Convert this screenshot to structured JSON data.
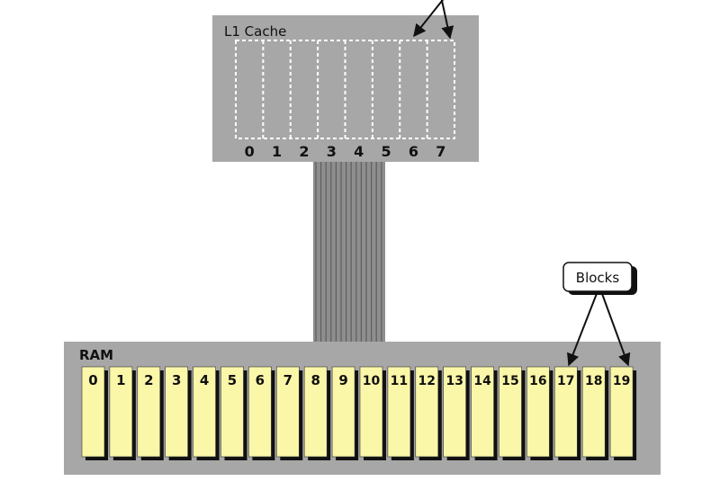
{
  "cache": {
    "title": "L1 Cache",
    "slots": [
      "0",
      "1",
      "2",
      "3",
      "4",
      "5",
      "6",
      "7"
    ]
  },
  "ram": {
    "title": "RAM",
    "blocks": [
      "0",
      "1",
      "2",
      "3",
      "4",
      "5",
      "6",
      "7",
      "8",
      "9",
      "10",
      "11",
      "12",
      "13",
      "14",
      "15",
      "16",
      "17",
      "18",
      "19"
    ]
  },
  "callout": {
    "label": "Blocks"
  },
  "colors": {
    "box": "#a7a7a7",
    "block_fill": "#fbf7a8",
    "block_shadow": "#111111",
    "bus": "#8e8e8e",
    "bus_lines": "#5e5e5e",
    "dashed": "#ffffff"
  }
}
